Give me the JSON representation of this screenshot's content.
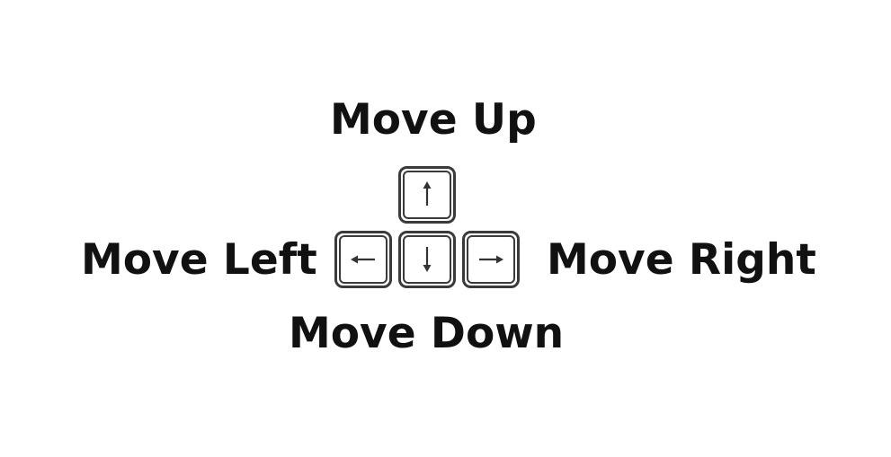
{
  "labels": {
    "up": "Move Up",
    "left": "Move Left",
    "right": "Move Right",
    "down": "Move Down"
  },
  "keys": {
    "up": "arrow-up-icon",
    "left": "arrow-left-icon",
    "down": "arrow-down-icon",
    "right": "arrow-right-icon"
  },
  "colors": {
    "text": "#111111",
    "key_border": "#3a3a3a",
    "key_arrow": "#333333",
    "background": "#ffffff"
  }
}
